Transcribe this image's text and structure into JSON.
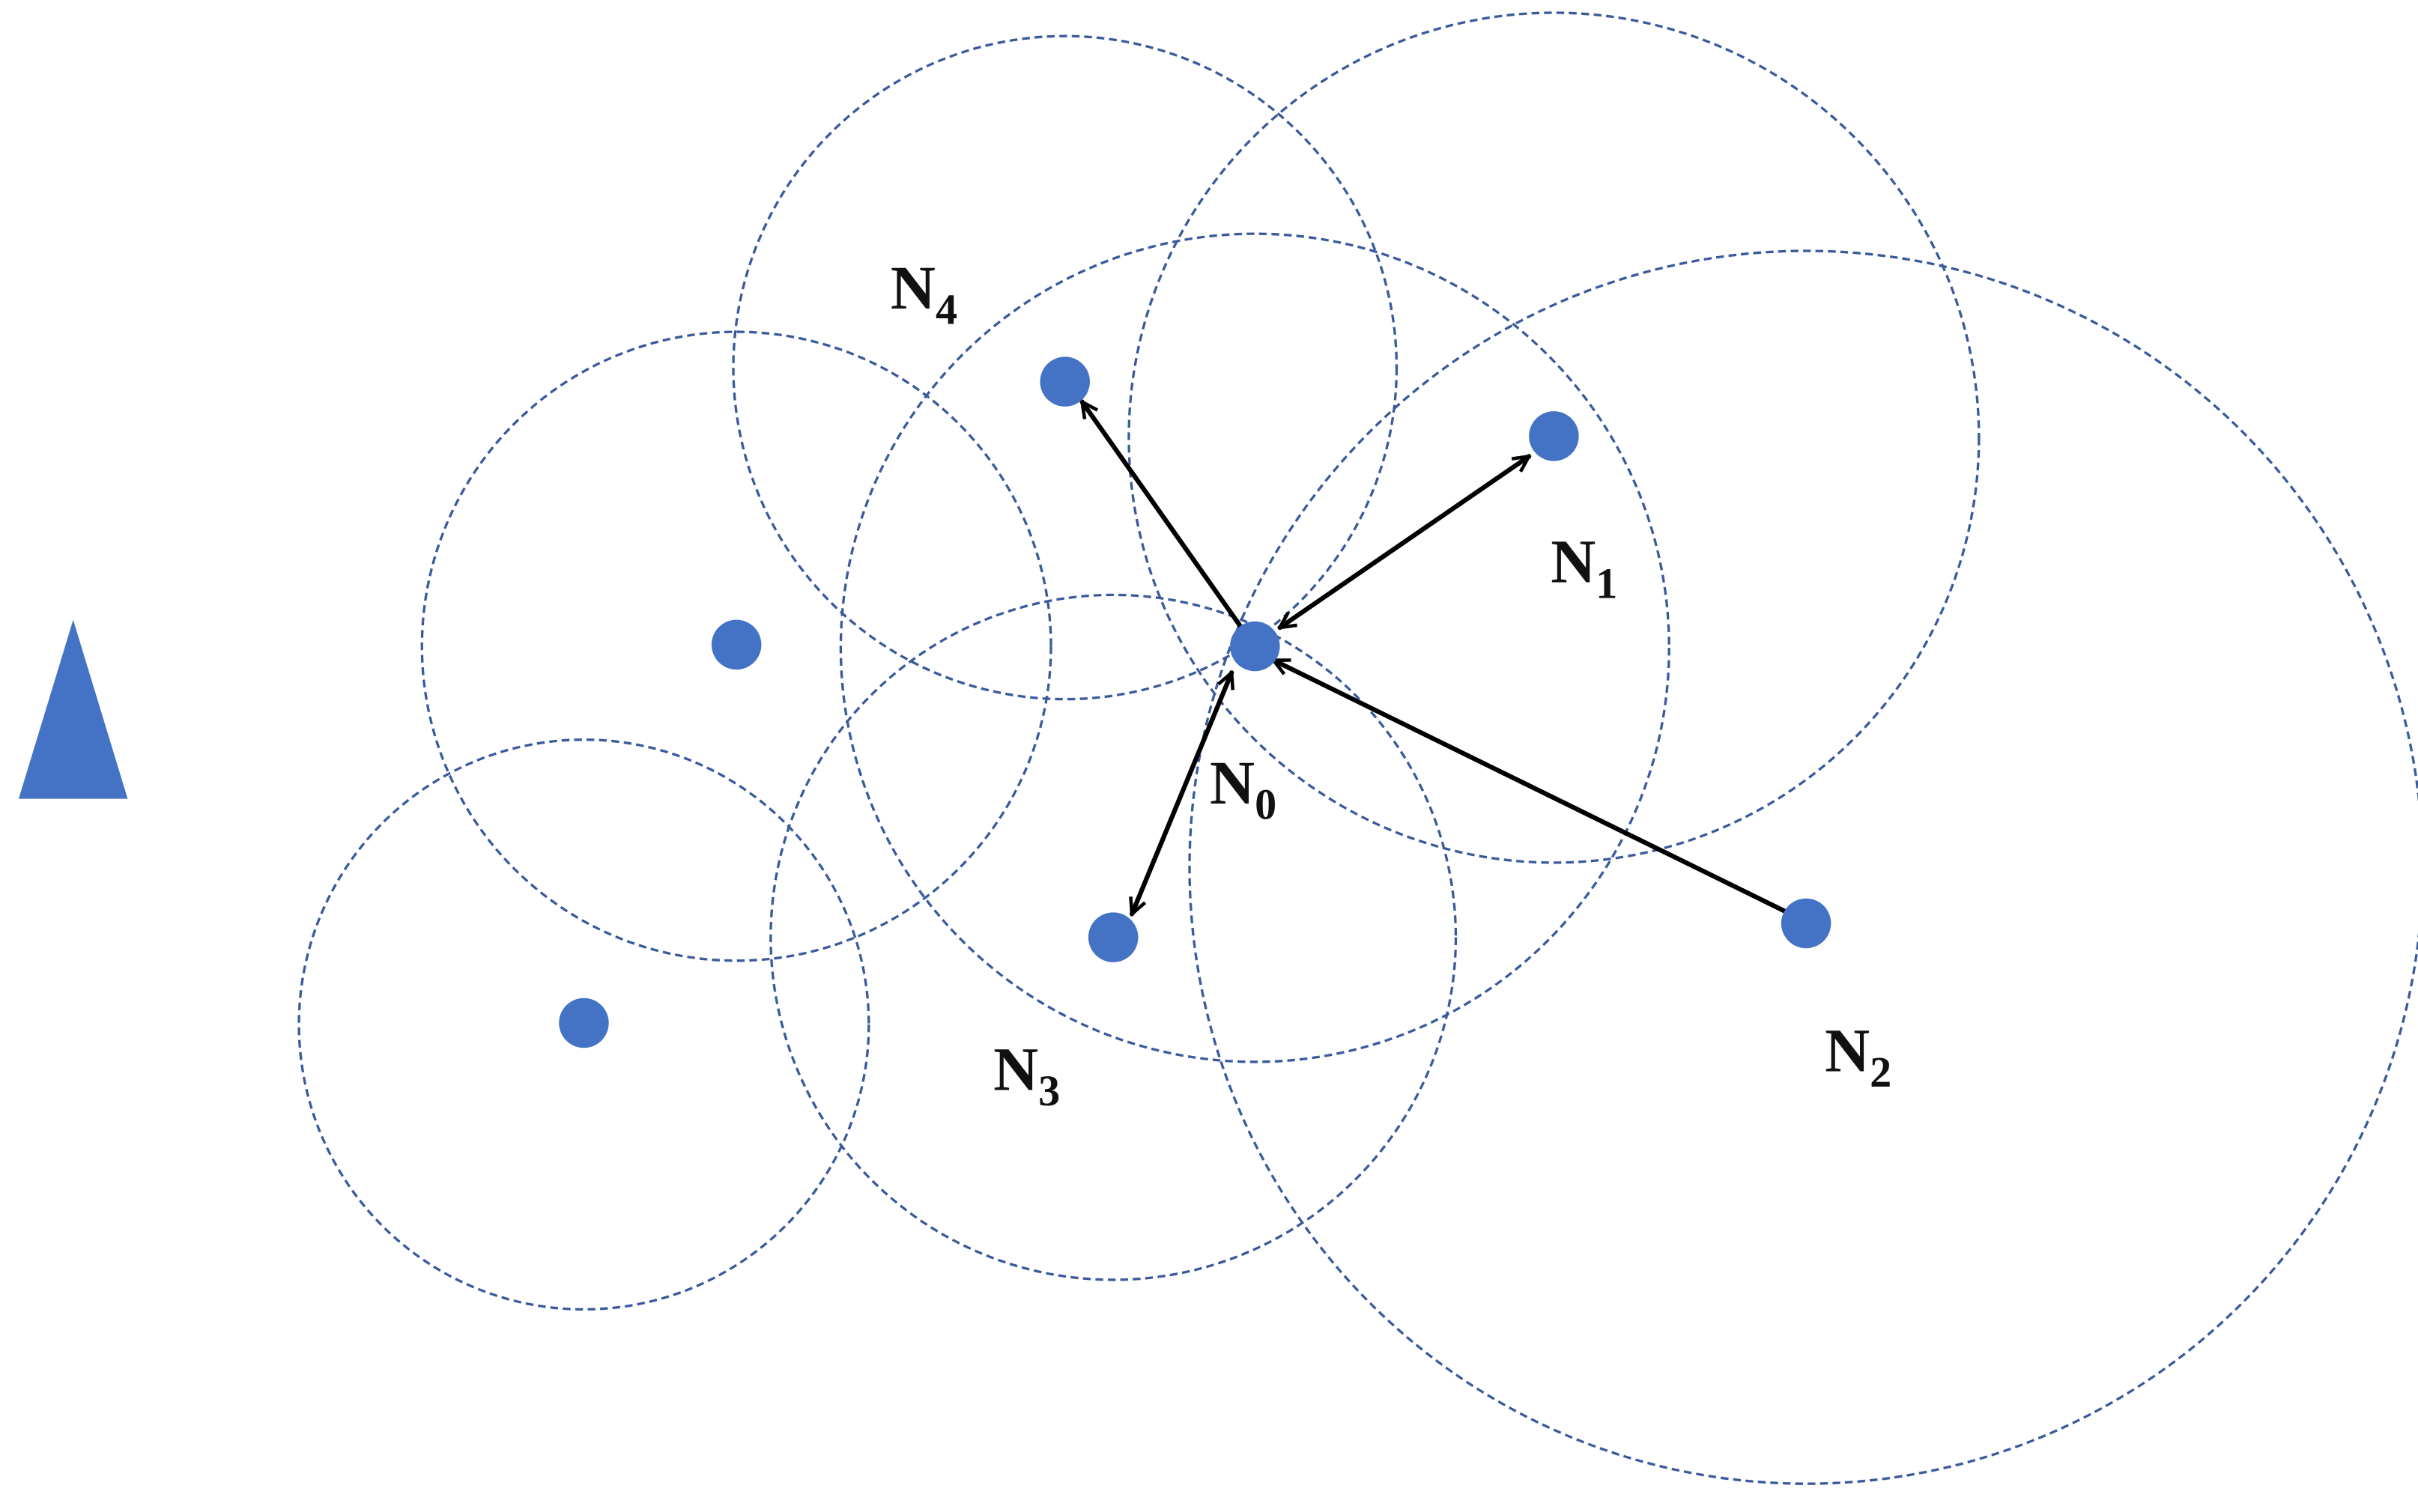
{
  "diagram": {
    "colors": {
      "node_fill": "#4472c4",
      "range_stroke": "#3a5a9c",
      "arrow_stroke": "#000000",
      "label_color": "#111111",
      "sink_fill": "#4472c4"
    },
    "sink": {
      "shape": "triangle"
    },
    "labels": {
      "n0": {
        "main": "N",
        "sub": "0"
      },
      "n1": {
        "main": "N",
        "sub": "1"
      },
      "n2": {
        "main": "N",
        "sub": "2"
      },
      "n3": {
        "main": "N",
        "sub": "3"
      },
      "n4": {
        "main": "N",
        "sub": "4"
      }
    },
    "links": [
      {
        "from": "N0",
        "to": "N4",
        "direction": "one-way"
      },
      {
        "from": "N0",
        "to": "N1",
        "direction": "two-way"
      },
      {
        "from": "N2",
        "to": "N0",
        "direction": "one-way"
      },
      {
        "from": "N0",
        "to": "N3",
        "direction": "two-way"
      }
    ]
  }
}
